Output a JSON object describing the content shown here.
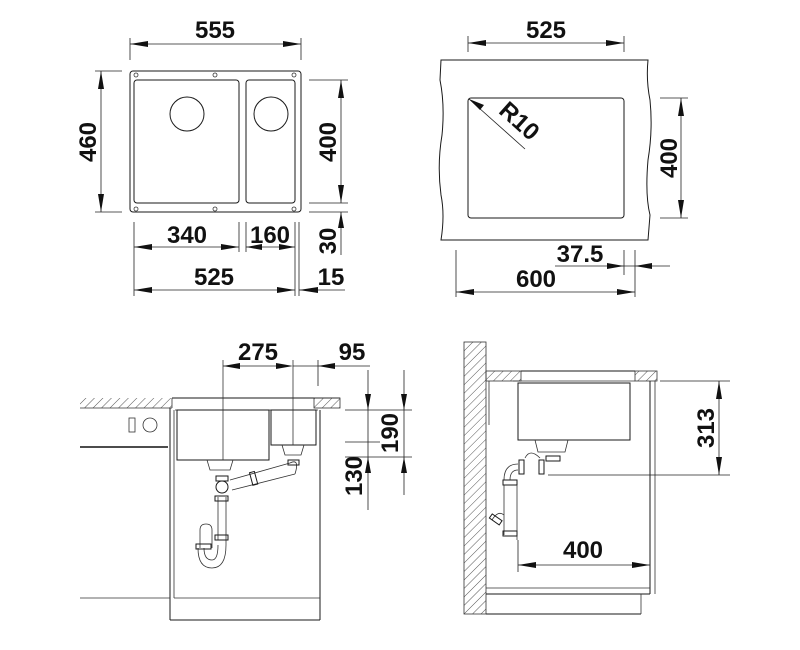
{
  "diagram": {
    "type": "technical-drawing",
    "subject": "double-bowl undermount kitchen sink dimensions",
    "views": {
      "top_view": {
        "overall_width": "555",
        "overall_height": "460",
        "bowl_height": "400",
        "main_bowl_width": "340",
        "small_bowl_width": "160",
        "inner_width": "525",
        "offset_30": "30",
        "offset_15": "15"
      },
      "cutout_view": {
        "cutout_width": "525",
        "cutout_height": "400",
        "corner_radius": "R10",
        "cabinet_width": "600",
        "edge_offset": "37.5"
      },
      "front_section": {
        "drain_spacing": "275",
        "small_bowl_offset": "95",
        "depth_190": "190",
        "depth_130": "130"
      },
      "side_section": {
        "total_depth": "313",
        "drain_distance": "400"
      }
    }
  }
}
